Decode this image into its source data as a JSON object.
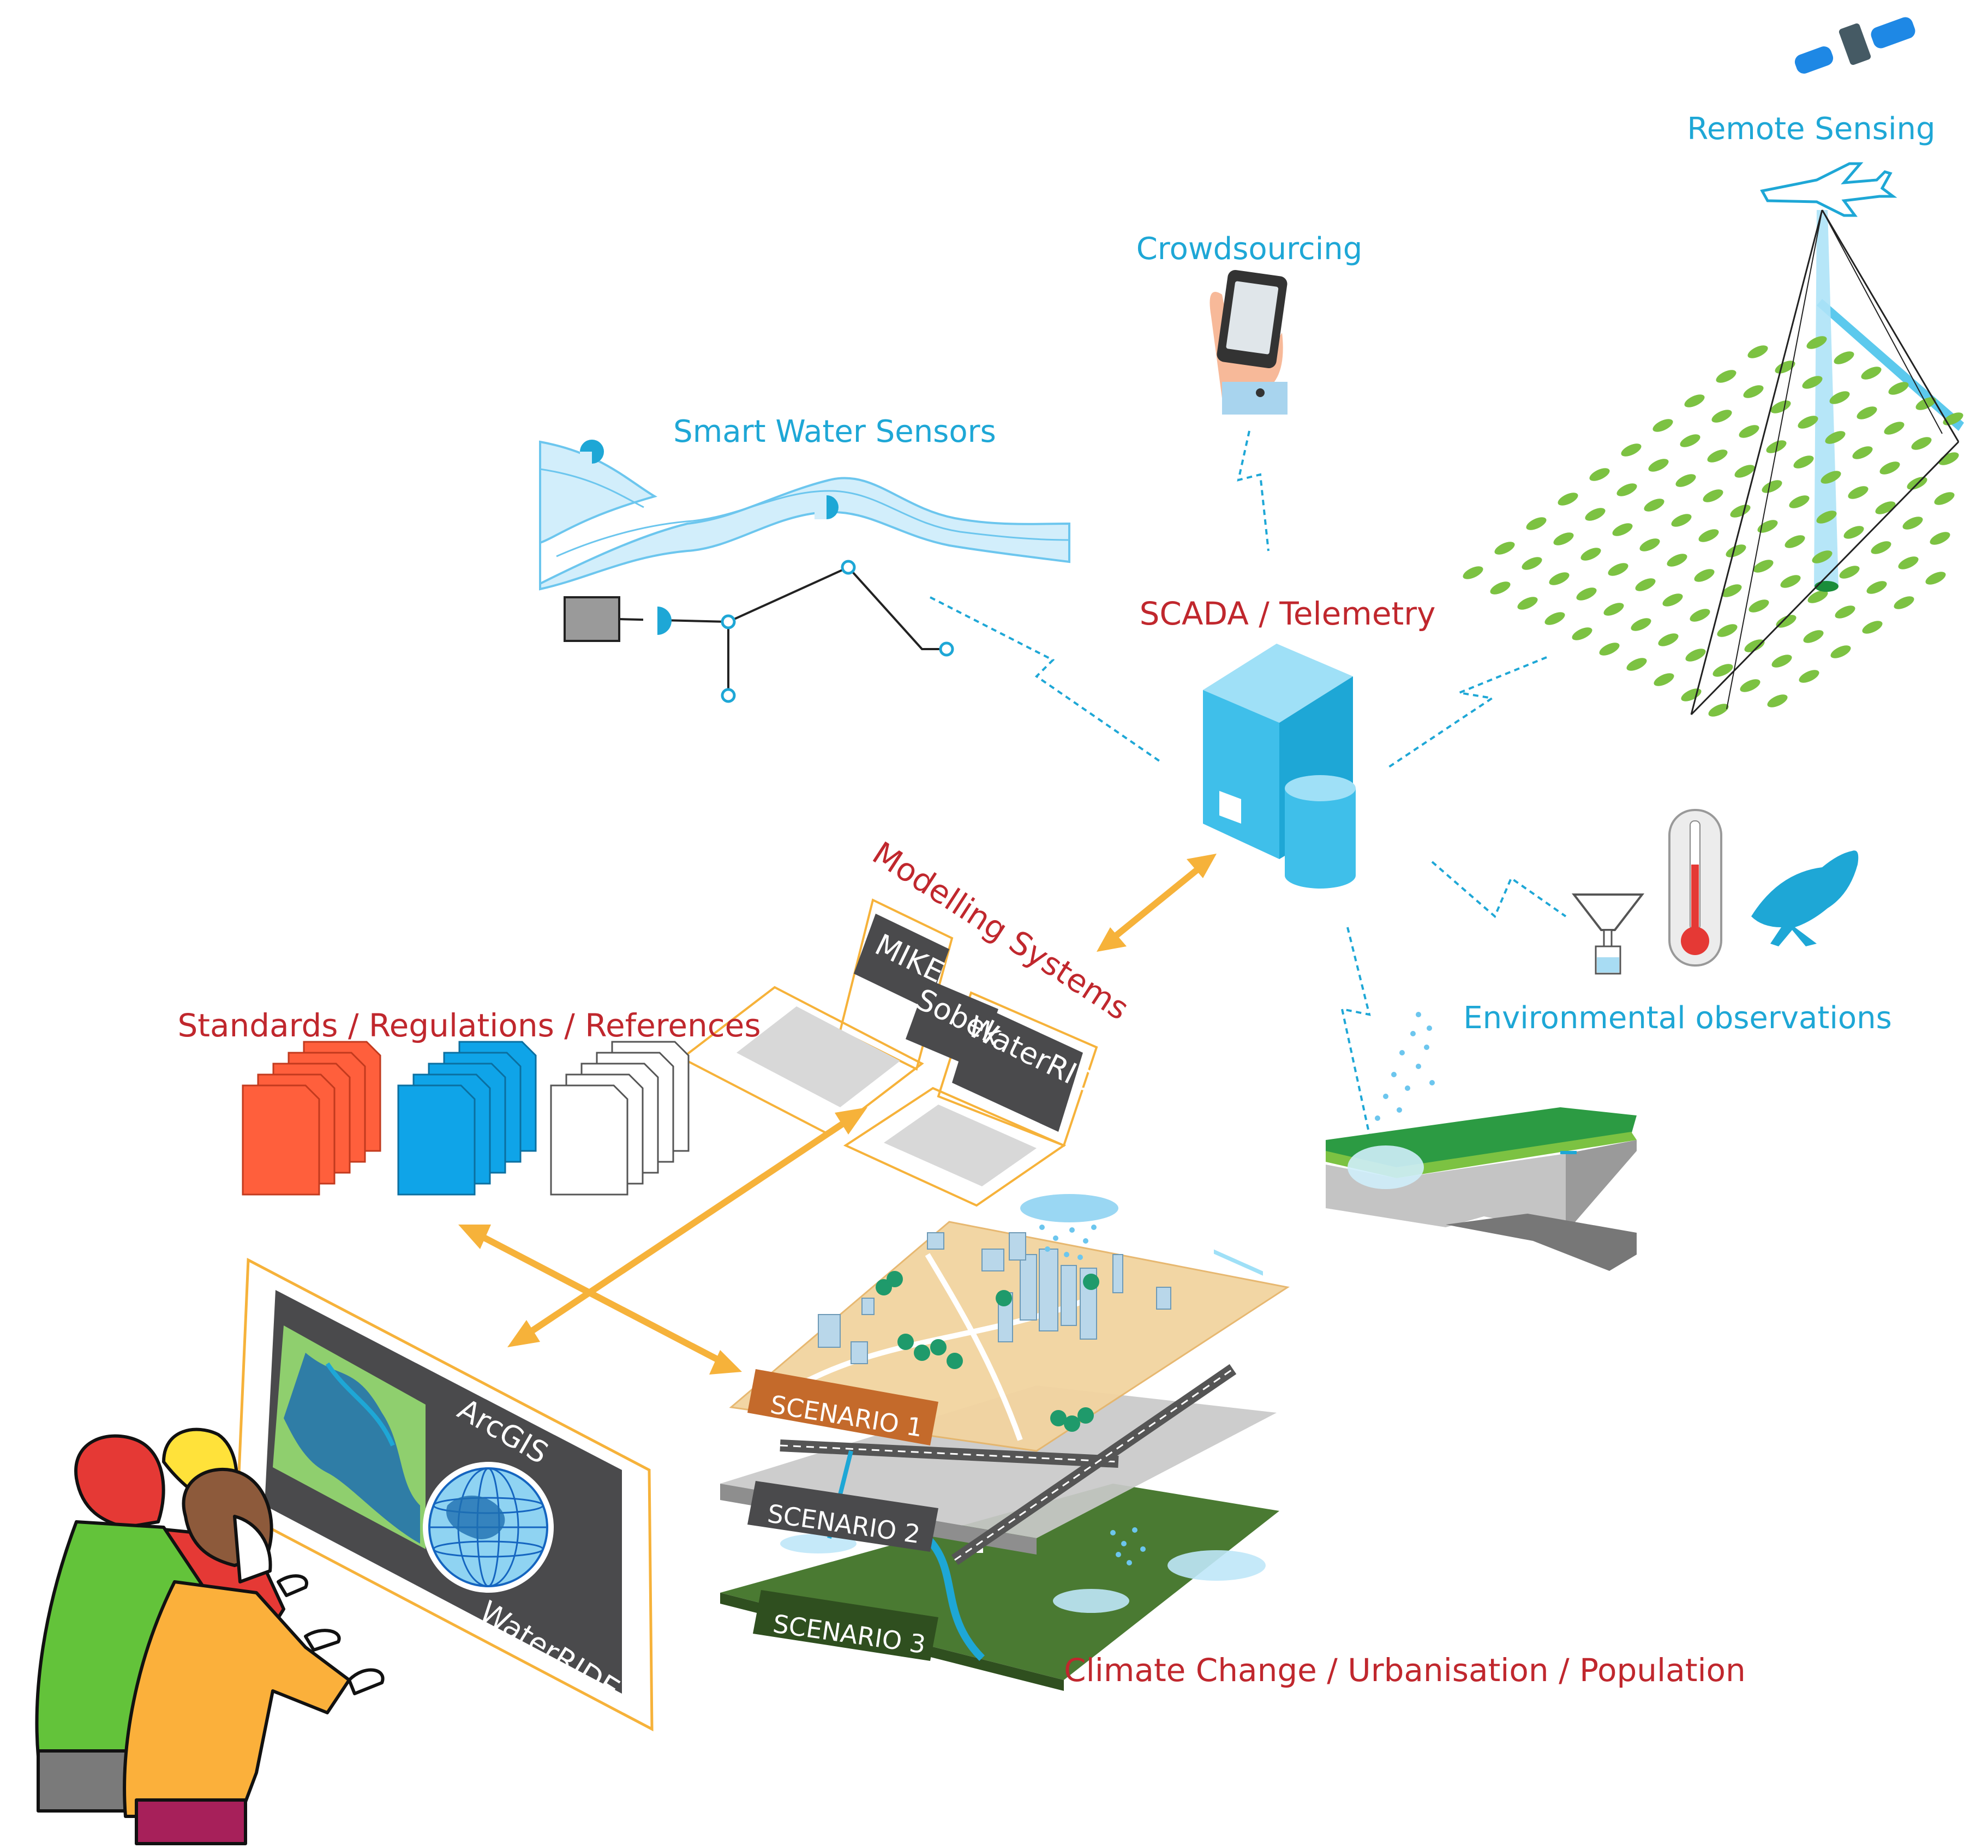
{
  "labels": {
    "remote_sensing": "Remote Sensing",
    "crowdsourcing": "Crowdsourcing",
    "smart_water_sensors": "Smart Water Sensors",
    "scada": "SCADA / Telemetry",
    "modelling_systems": "Modelling Systems",
    "standards": "Standards / Regulations / References",
    "environmental": "Environmental observations",
    "climate": "Climate Change / Urbanisation / Population"
  },
  "modelling_tools": [
    "MIKE",
    "Sobek",
    "WaterRIDE"
  ],
  "screen_tools": [
    "ArcGIS",
    "WaterRIDE"
  ],
  "scenarios": [
    "SCENARIO 1",
    "SCENARIO 2",
    "SCENARIO 3"
  ],
  "colors": {
    "label_blue": "#1ea7d6",
    "label_red": "#c0272d",
    "arrow": "#f6b23a",
    "server": "#3fbfea",
    "field_green": "#7cc242",
    "doc_orange": "#ff5f3c",
    "doc_blue": "#0fa4e8"
  },
  "icons": [
    "satellite-icon",
    "airplane-icon",
    "phone-icon",
    "server-icon",
    "database-icon",
    "funnel-icon",
    "thermometer-icon",
    "bird-icon",
    "globe-icon"
  ]
}
